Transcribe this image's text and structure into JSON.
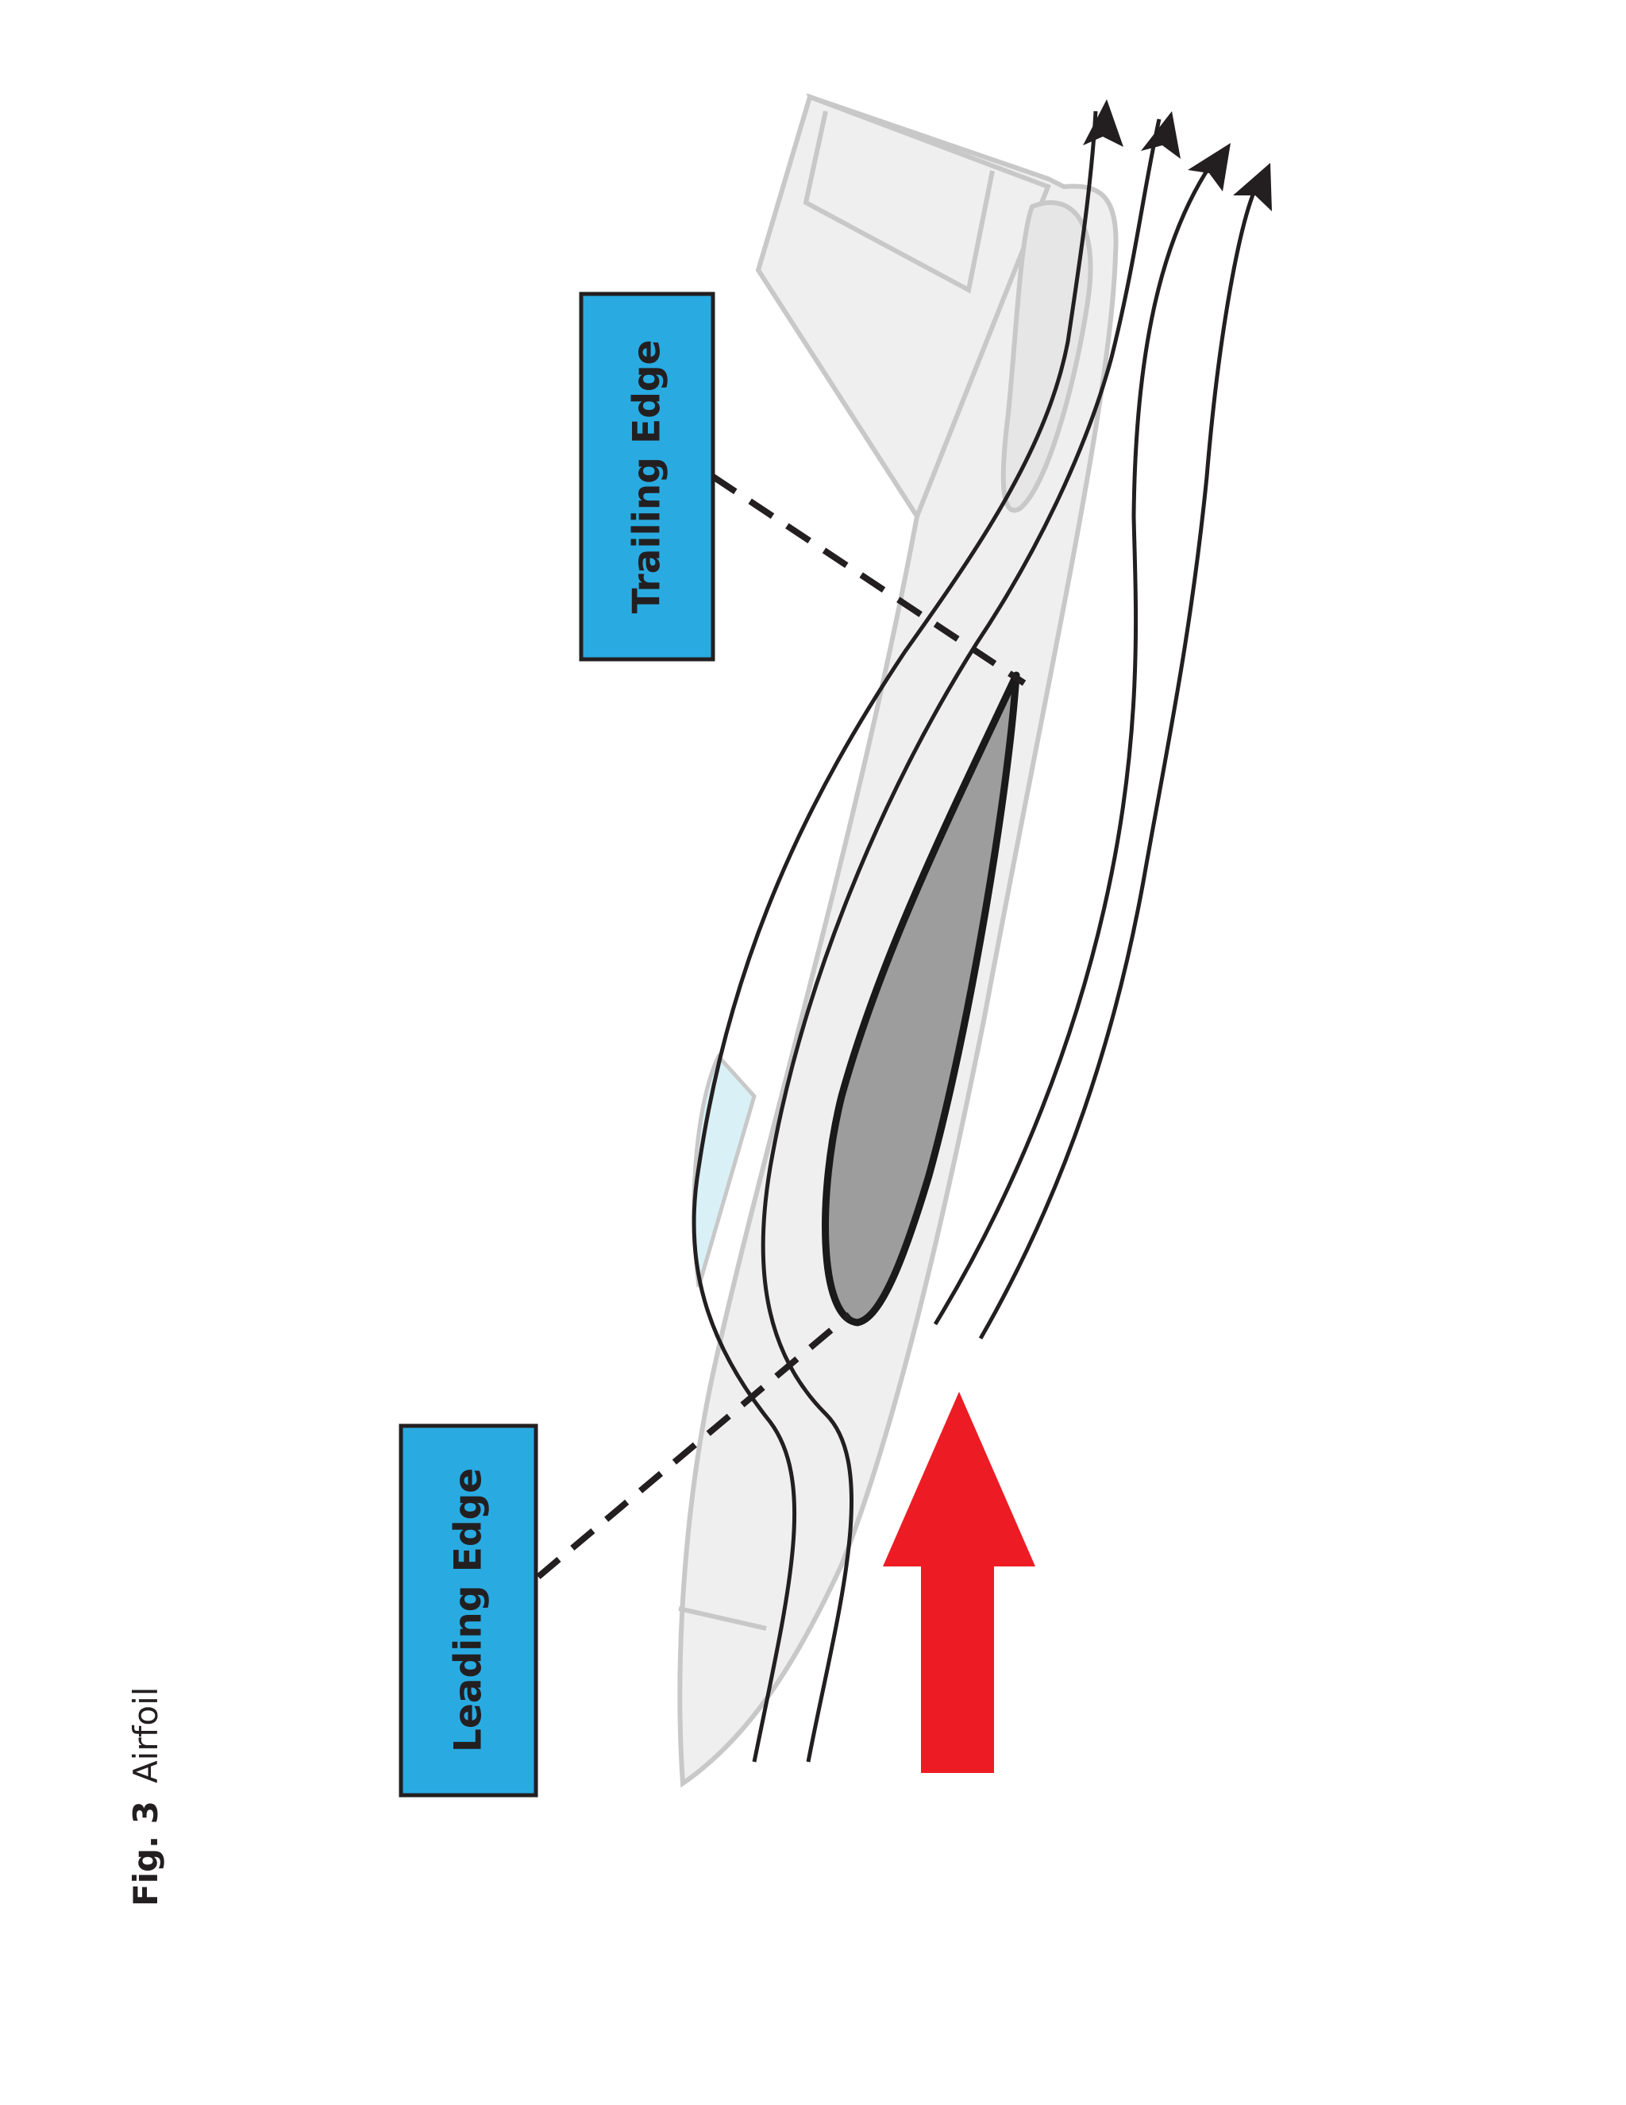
{
  "figure": {
    "number_label": "Fig. 3",
    "title": "Airfoil"
  },
  "labels": {
    "leading_edge": "Leading Edge",
    "trailing_edge": "Trailing Edge"
  },
  "colors": {
    "label_box": "#29abe2",
    "relative_wind_arrow": "#ed1c24",
    "airfoil_fill": "#9d9d9d",
    "aircraft_silhouette": "#efefef",
    "aircraft_outline": "#c8c8c8",
    "canopy": "#d9f1f6",
    "airflow_lines": "#231f20"
  }
}
